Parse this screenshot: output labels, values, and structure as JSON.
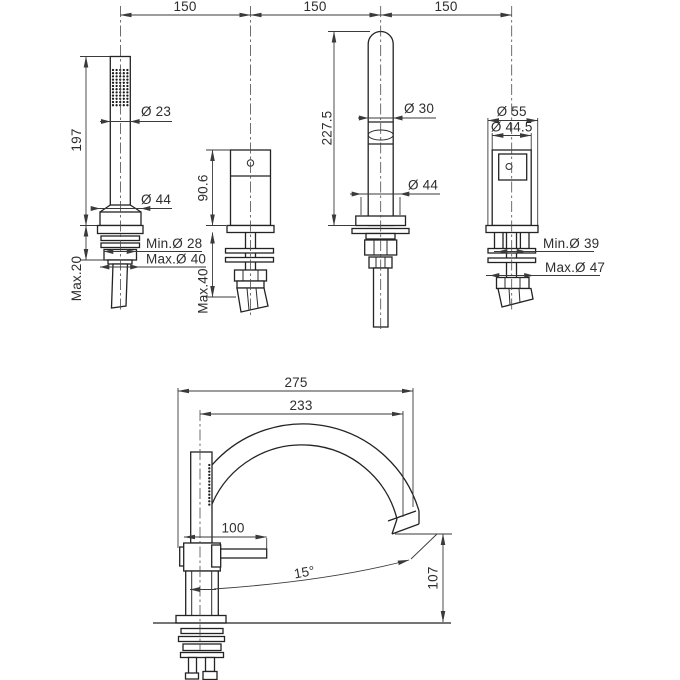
{
  "document": {
    "type": "technical-dimension-drawing",
    "subject": "4-hole deck mounted bath mixer set with hand shower and swan-neck spout",
    "background_color": "#ffffff",
    "line_color": "#232323"
  },
  "top_view": {
    "spacing": [
      "150",
      "150",
      "150"
    ],
    "handshower": {
      "height": "197",
      "head_dia": "Ø 23",
      "base_dia": "Ø 44",
      "min_hole": "Min.Ø 28",
      "max_hole": "Max.Ø 40",
      "deck_max": "Max.20"
    },
    "handle_unit": {
      "height": "90.6",
      "deck_max": "Max.40"
    },
    "spout_unit": {
      "height": "227.5",
      "dia": "Ø 30",
      "base_dia": "Ø 44"
    },
    "mixer_unit": {
      "outer_dia": "Ø 55",
      "inner_dia": "Ø 44.5",
      "min_hole": "Min.Ø 39",
      "max_hole": "Max.Ø 47"
    }
  },
  "side_view": {
    "overall_width": "275",
    "spout_reach": "233",
    "lever_length": "100",
    "spout_angle": "15°",
    "outlet_height": "107"
  }
}
